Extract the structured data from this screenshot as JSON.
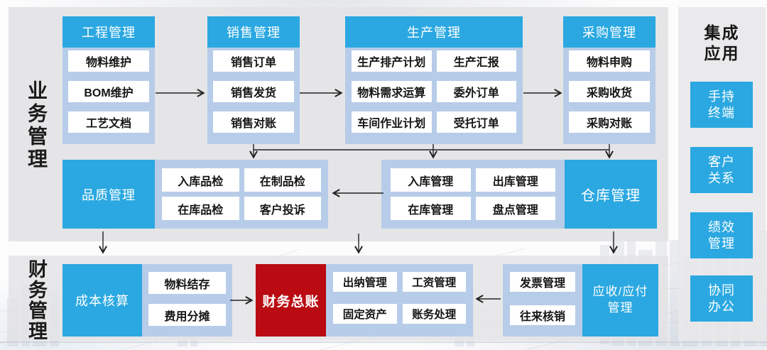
{
  "colors": {
    "accent_blue": "#2BA8E1",
    "container_blue": "#B7CCE8",
    "ledger_red": "#B90B11",
    "panel_grey": "#E4E4E6",
    "item_text": "#151515"
  },
  "section_labels": {
    "business": "业务管理",
    "finance": "财务管理"
  },
  "top_columns": [
    {
      "header": "工程管理",
      "items": [
        "物料维护",
        "BOM维护",
        "工艺文档"
      ]
    },
    {
      "header": "销售管理",
      "items": [
        "销售订单",
        "销售发货",
        "销售对账"
      ]
    },
    {
      "header": "生产管理",
      "items": [
        "生产排产计划",
        "生产汇报",
        "物料需求运算",
        "委外订单",
        "车间作业计划",
        "受托订单"
      ]
    },
    {
      "header": "采购管理",
      "items": [
        "物料申购",
        "采购收货",
        "采购对账"
      ]
    }
  ],
  "middle_row": {
    "quality_header": "品质管理",
    "quality_items": [
      "入库品检",
      "在制品检",
      "在库品检",
      "客户投诉"
    ],
    "warehouse_items": [
      "入库管理",
      "出库管理",
      "在库管理",
      "盘点管理"
    ],
    "warehouse_header": "仓库管理"
  },
  "finance_row": {
    "cost_header": "成本核算",
    "cost_items": [
      "物料结存",
      "费用分摊"
    ],
    "ledger": "财务总账",
    "cashier_items": [
      "出纳管理",
      "工资管理",
      "固定资产",
      "账务处理"
    ],
    "invoice_items": [
      "发票管理",
      "往来核销"
    ],
    "arap_line1": "应收/应付",
    "arap_line2": "管理"
  },
  "integration_panel": {
    "title_line1": "集成",
    "title_line2": "应用",
    "apps": [
      {
        "line1": "手持",
        "line2": "终端"
      },
      {
        "line1": "客户",
        "line2": "关系"
      },
      {
        "line1": "绩效",
        "line2": "管理"
      },
      {
        "line1": "协同",
        "line2": "办公"
      }
    ]
  }
}
